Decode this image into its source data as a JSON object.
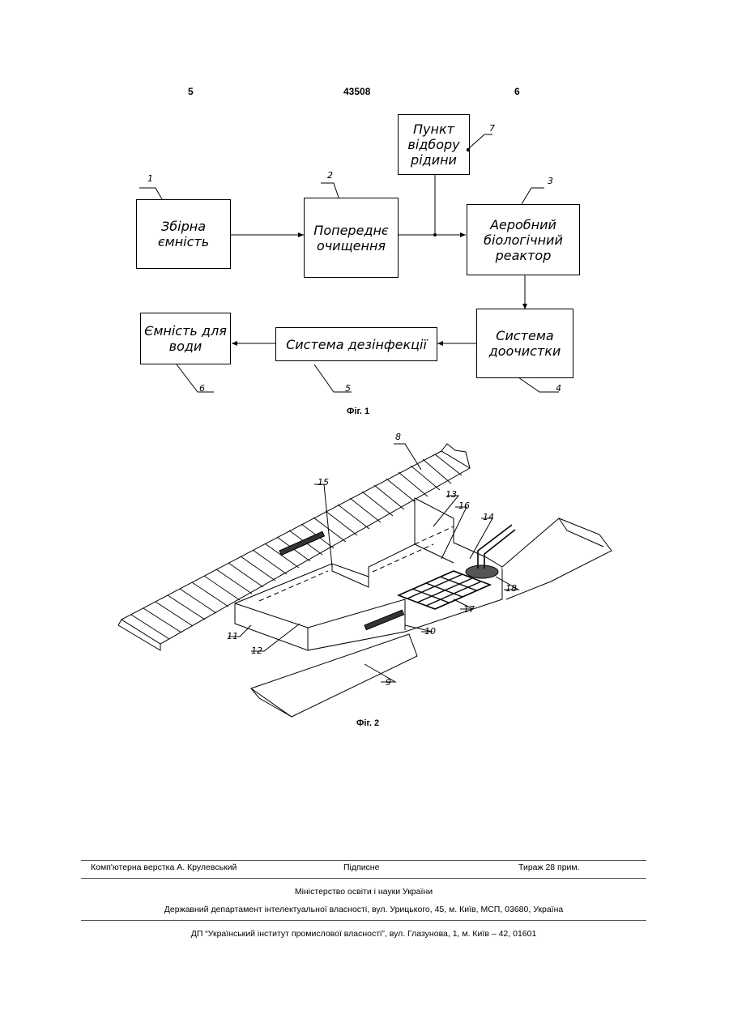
{
  "header": {
    "page_left": "5",
    "patent_number": "43508",
    "page_right": "6"
  },
  "fig1": {
    "caption": "Фіг. 1",
    "blocks": [
      {
        "num": "1",
        "text": "Збірна\nємність"
      },
      {
        "num": "2",
        "text": "Попереднє\nочищення"
      },
      {
        "num": "3",
        "text": "Аеробний\nбіологічний\nреактор"
      },
      {
        "num": "4",
        "text": "Система\nдоочистки"
      },
      {
        "num": "5",
        "text": "Система дезінфекції"
      },
      {
        "num": "6",
        "text": "Ємність для\nводи"
      },
      {
        "num": "7",
        "text": "Пункт\nвідбору\nрідини"
      }
    ]
  },
  "fig2": {
    "caption": "Фіг. 2",
    "labels": [
      "8",
      "9",
      "10",
      "11",
      "12",
      "13",
      "14",
      "15",
      "16",
      "17",
      "18"
    ]
  },
  "footer": {
    "layout": "Комп'ютерна верстка А. Крулевський",
    "signed": "Підписне",
    "circulation": "Тираж 28 прим.",
    "ministry": "Міністерство освіти і науки України",
    "department": "Державний департамент інтелектуальної власності, вул. Урицького, 45, м. Київ, МСП, 03680, Україна",
    "institute": "ДП “Український інститут промислової власності”, вул. Глазунова, 1, м. Київ – 42, 01601"
  }
}
